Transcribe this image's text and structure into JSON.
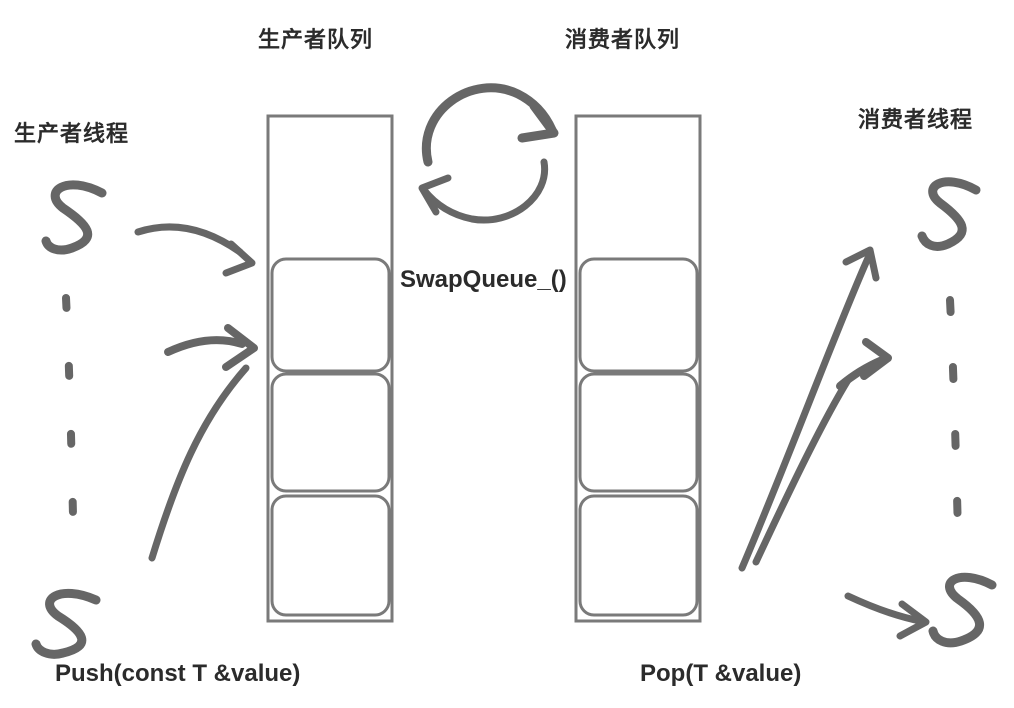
{
  "diagram": {
    "producer_queue_label": "生产者队列",
    "consumer_queue_label": "消费者队列",
    "producer_threads_label": "生产者线程",
    "consumer_threads_label": "消费者线程",
    "swap_function_label": "SwapQueue_()",
    "push_function_label": "Push(const T &value)",
    "pop_function_label": "Pop(T &value)"
  },
  "queues": {
    "producer": {
      "filled_cells": 3,
      "empty_slots": 1
    },
    "consumer": {
      "filled_cells": 3,
      "empty_slots": 1
    }
  },
  "colors": {
    "background": "#ffffff",
    "stroke": "#666666",
    "queue_stroke": "#7a7a7a",
    "text": "#2b2b2b"
  }
}
